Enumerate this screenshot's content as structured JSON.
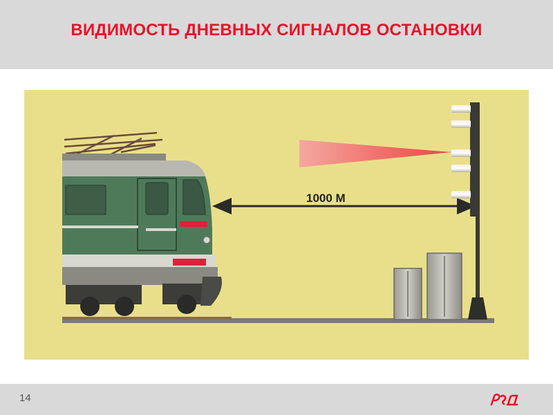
{
  "header": {
    "title": "ВИДИМОСТЬ ДНЕВНЫХ СИГНАЛОВ ОСТАНОВКИ"
  },
  "diagram": {
    "distance_label": "1000 М",
    "signal_color": "#f26d6d",
    "background_color": "#e9df8a",
    "locomotive_color": "#4f7a5a",
    "stripe_color": "#e0213b"
  },
  "footer": {
    "page_number": "14",
    "logo": "rzd-logo",
    "logo_color": "#e8132a"
  }
}
